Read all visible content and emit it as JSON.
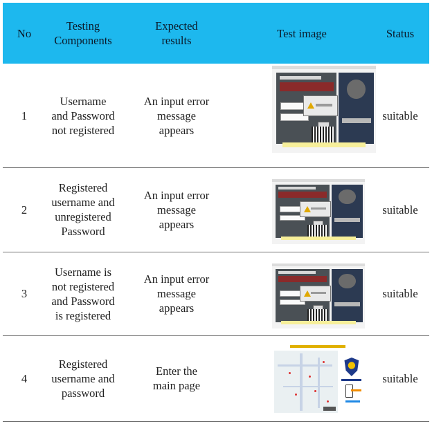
{
  "table": {
    "headers": [
      "No",
      "Testing\nComponents",
      "Expected\nresults",
      "Test image",
      "Status"
    ],
    "rows": [
      {
        "no": "1",
        "component": "Username\nand Password\nnot registered",
        "expected": "An input error\nmessage\nappears",
        "image_icon": "login-error-screenshot",
        "status": "suitable"
      },
      {
        "no": "2",
        "component": "Registered\nusername and\nunregistered\nPassword",
        "expected": "An input error\nmessage\nappears",
        "image_icon": "login-error-screenshot",
        "status": "suitable"
      },
      {
        "no": "3",
        "component": "Username is\nnot registered\nand Password\nis registered",
        "expected": "An input error\nmessage\nappears",
        "image_icon": "login-error-screenshot",
        "status": "suitable"
      },
      {
        "no": "4",
        "component": "Registered\nusername and\npassword",
        "expected": "Enter the\nmain page",
        "image_icon": "main-page-map-screenshot",
        "status": "suitable"
      }
    ]
  },
  "colors": {
    "header_bg": "#1db8ee",
    "rule": "#6f6f6f"
  }
}
